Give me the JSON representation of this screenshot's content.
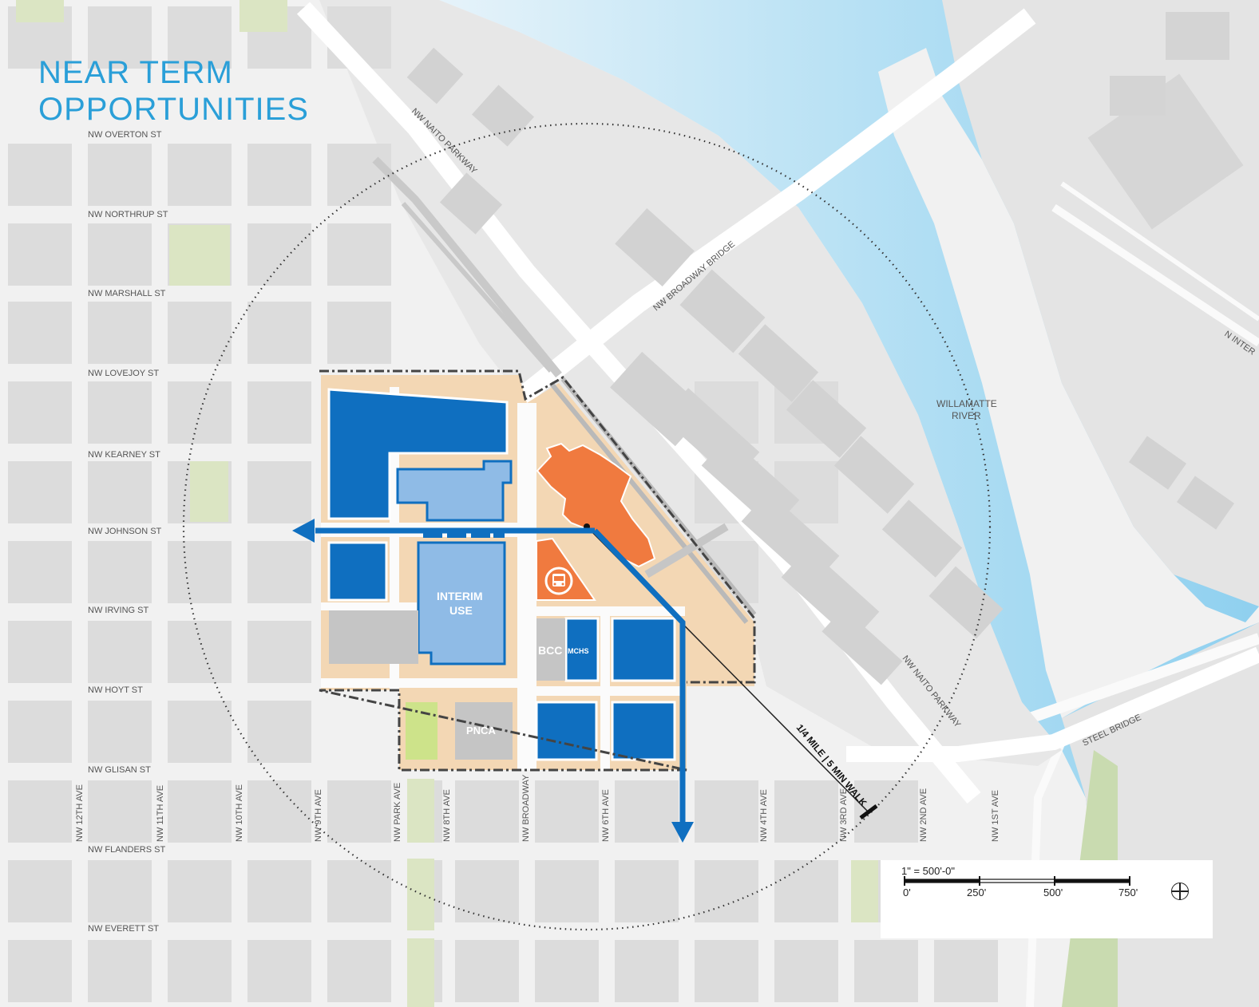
{
  "title": {
    "line1": "NEAR TERM",
    "line2": "OPPORTUNITIES"
  },
  "streets_horizontal": [
    "NW OVERTON ST",
    "NW NORTHRUP ST",
    "NW MARSHALL ST",
    "NW LOVEJOY ST",
    "NW KEARNEY ST",
    "NW JOHNSON ST",
    "NW IRVING ST",
    "NW HOYT ST",
    "NW GLISAN ST",
    "NW FLANDERS ST",
    "NW EVERETT ST"
  ],
  "streets_vertical": [
    "NW 12TH AVE",
    "NW 11TH AVE",
    "NW 10TH AVE",
    "NW 9TH AVE",
    "NW PARK AVE",
    "NW 8TH AVE",
    "NW BROADWAY",
    "NW 6TH AVE",
    "NW 4TH AVE",
    "NW 3RD AVE",
    "NW 2ND AVE",
    "NW 1ST AVE"
  ],
  "diagonal_labels": {
    "naito_upper": "NW NAITO PARKWAY",
    "broadway_bridge": "NW BROADWAY BRIDGE",
    "naito_lower": "NW NAITO PARKWAY",
    "steel_bridge": "STEEL BRIDGE",
    "n_interstate": "N INTER"
  },
  "river": {
    "line1": "WILLAMATTE",
    "line2": "RIVER"
  },
  "blocks": {
    "interim_1": "INTERIM",
    "interim_2": "USE",
    "bcc": "BCC",
    "mchs": "MCHS",
    "pnca": "PNCA"
  },
  "walk_radius_label": "1/4 MILE | 5 MIN WALK",
  "scale": {
    "title": "1\" = 500'-0\"",
    "labels": [
      "0'",
      "250'",
      "500'",
      "750'"
    ]
  },
  "colors": {
    "development_blue": "#0f6fc0",
    "interim_blue": "#8fbbe6",
    "station_orange": "#f07a3f",
    "site_tan": "#f3d7b4",
    "river_blue": "#9fd6f0",
    "park_green": "#dbe5c3",
    "title_blue": "#2a9fd8"
  },
  "icons": [
    "bus-icon",
    "north-arrow-icon"
  ]
}
